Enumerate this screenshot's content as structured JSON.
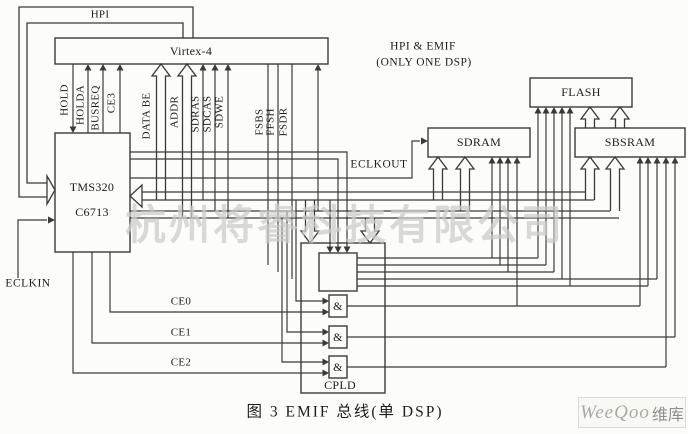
{
  "figure": {
    "caption": "图 3  EMIF 总线(单 DSP)",
    "note_line1": "HPI & EMIF",
    "note_line2": "(ONLY ONE DSP)"
  },
  "blocks": {
    "virtex": "Virtex-4",
    "dsp_line1": "TMS320",
    "dsp_line2": "C6713",
    "flash": "FLASH",
    "sdram": "SDRAM",
    "sbsram": "SBSRAM",
    "cpld": "CPLD",
    "and_gate": "&"
  },
  "signals": {
    "hpi": "HPI",
    "vertical": [
      "HOLD",
      "HOLDA",
      "BUSREQ",
      "CE3",
      "DATA BE",
      "ADDR",
      "SDRAS",
      "SDCAS",
      "SDWE",
      "FSBS",
      "FFSH",
      "FSDR"
    ],
    "clock_out": "ECLKOUT",
    "clock_in": "ECLKIN",
    "chip_enables": [
      "CE0",
      "CE1",
      "CE2"
    ]
  },
  "watermarks": {
    "center": "杭州将睿科技有限公司",
    "corner_latin": "WeeQoo",
    "corner_cjk": "维库"
  }
}
